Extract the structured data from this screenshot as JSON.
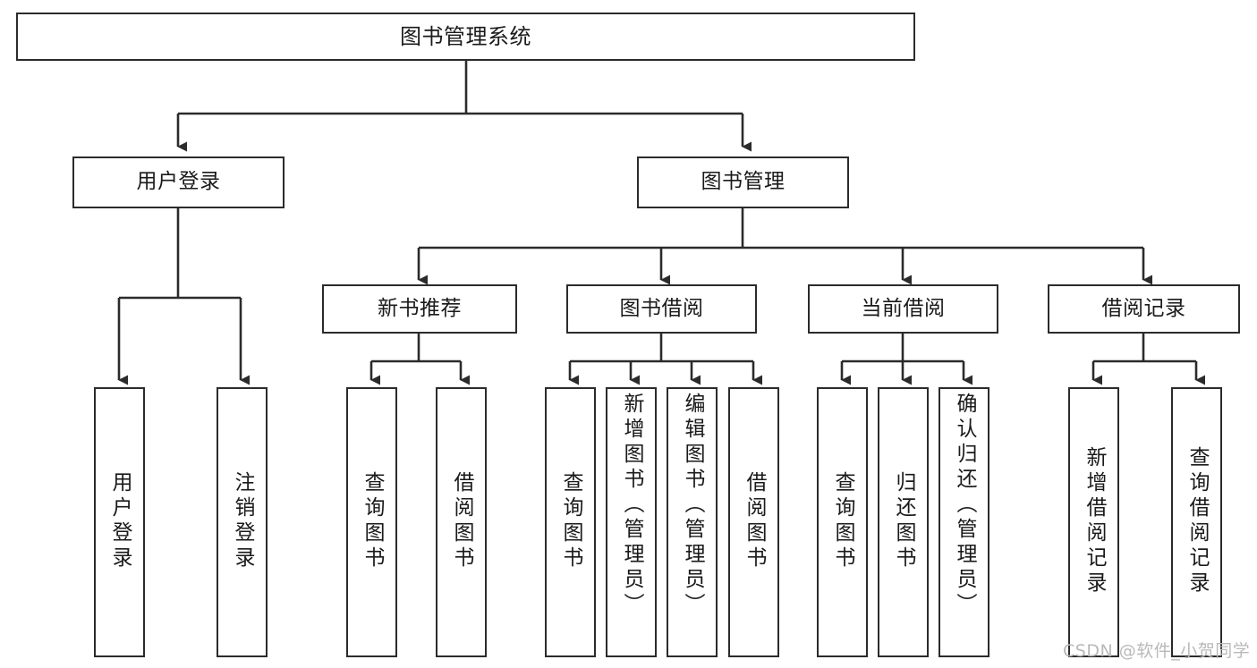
{
  "diagram": {
    "title": "图书管理系统",
    "type": "tree",
    "background": "#ffffff",
    "line_color": "#2b2b2b",
    "box_border_color": "#2b2b2b",
    "box_fill": "#ffffff",
    "text_color": "#1a1a1a"
  },
  "nodes": {
    "root": {
      "label": "图书管理系统"
    },
    "level2": [
      {
        "label": "用户登录"
      },
      {
        "label": "图书管理"
      }
    ],
    "level3": [
      {
        "label": "新书推荐"
      },
      {
        "label": "图书借阅"
      },
      {
        "label": "当前借阅"
      },
      {
        "label": "借阅记录"
      }
    ],
    "leaves": {
      "user_login": [
        {
          "label": "用户登录"
        },
        {
          "label": "注销登录"
        }
      ],
      "new_book_recommend": [
        {
          "label": "查询图书"
        },
        {
          "label": "借阅图书"
        }
      ],
      "book_borrow": [
        {
          "label": "查询图书"
        },
        {
          "label": "新增图书（管理员）"
        },
        {
          "label": "编辑图书（管理员）"
        },
        {
          "label": "借阅图书"
        }
      ],
      "current_borrow": [
        {
          "label": "查询图书"
        },
        {
          "label": "归还图书"
        },
        {
          "label": "确认归还（管理员）"
        }
      ],
      "borrow_record": [
        {
          "label": "新增借阅记录"
        },
        {
          "label": "查询借阅记录"
        }
      ]
    }
  },
  "watermark": {
    "text": "CSDN @软件_小贺同学"
  }
}
